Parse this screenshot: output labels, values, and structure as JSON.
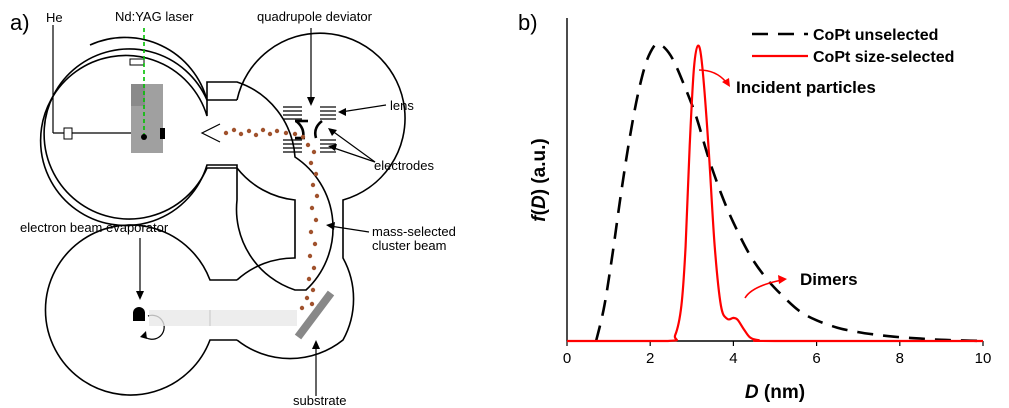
{
  "panel_a": {
    "panel_label": "a)",
    "labels": {
      "he": "He",
      "laser": "Nd:YAG laser",
      "deviator": "quadrupole deviator",
      "lens": "lens",
      "electrodes": "electrodes",
      "evaporator": "electron beam evaporator",
      "beam_line1": "mass-selected",
      "beam_line2": "cluster beam",
      "substrate": "substrate"
    },
    "colors": {
      "cluster": "#a0522d",
      "laser": "#00c000",
      "block": "#a0a0a0"
    }
  },
  "panel_b": {
    "panel_label": "b)",
    "annotations": {
      "incident": "Incident particles",
      "dimers": "Dimers"
    }
  },
  "chart_data": {
    "type": "line",
    "xlabel": "D (nm)",
    "ylabel": "f(D) (a.u.)",
    "xlim": [
      0,
      10
    ],
    "ylim": [
      0,
      1.0
    ],
    "x_ticks": [
      "0",
      "2",
      "4",
      "6",
      "8",
      "10"
    ],
    "y_ticks": [],
    "legend_placement": "top-right",
    "grid": false,
    "series": [
      {
        "name": "CoPt unselected",
        "style": "dashed",
        "color": "#000000",
        "x": [
          0.7,
          0.9,
          1.1,
          1.3,
          1.5,
          1.7,
          1.9,
          2.1,
          2.2,
          2.35,
          2.55,
          2.8,
          3.1,
          3.4,
          3.7,
          4.0,
          4.4,
          4.8,
          5.2,
          5.6,
          6.0,
          6.5,
          7.0,
          7.5,
          8.0,
          8.5,
          9.0,
          9.5,
          10.0
        ],
        "y": [
          0.0,
          0.12,
          0.3,
          0.5,
          0.68,
          0.83,
          0.94,
          0.998,
          1.0,
          0.99,
          0.95,
          0.87,
          0.76,
          0.62,
          0.5,
          0.4,
          0.29,
          0.21,
          0.15,
          0.1,
          0.07,
          0.045,
          0.03,
          0.02,
          0.013,
          0.008,
          0.004,
          0.002,
          0.0
        ]
      },
      {
        "name": "CoPt size-selected",
        "style": "solid",
        "color": "#ff0000",
        "x": [
          0.0,
          2.4,
          2.6,
          2.75,
          2.85,
          2.95,
          3.05,
          3.15,
          3.25,
          3.4,
          3.55,
          3.7,
          3.85,
          4.0,
          4.1,
          4.25,
          4.4,
          4.6,
          5.0,
          10.0
        ],
        "y": [
          0.0,
          0.0,
          0.02,
          0.12,
          0.32,
          0.66,
          0.92,
          0.998,
          0.93,
          0.66,
          0.32,
          0.12,
          0.075,
          0.078,
          0.072,
          0.04,
          0.012,
          0.003,
          0.0,
          0.0
        ]
      }
    ]
  }
}
